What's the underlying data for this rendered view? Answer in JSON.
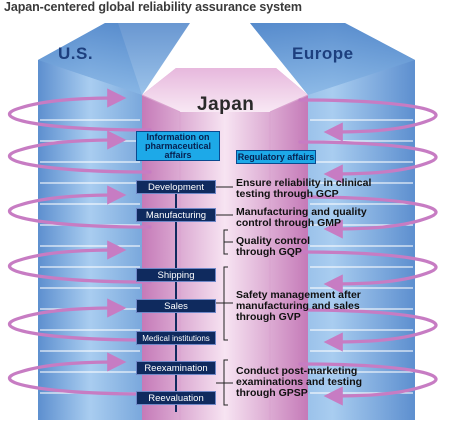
{
  "title": "Japan-centered global reliability assurance system",
  "regions": {
    "us": "U.S.",
    "europe": "Europe",
    "japan": "Japan"
  },
  "info_boxes": {
    "pharma": "Information on pharmaceutical affairs",
    "regulatory": "Regulatory affairs"
  },
  "stages": [
    "Development",
    "Manufacturing",
    "Shipping",
    "Sales",
    "Medical institutions",
    "Reexamination",
    "Reevaluation"
  ],
  "descriptions": [
    "Ensure reliability in clinical\ntesting through GCP",
    "Manufacturing and quality\ncontrol through GMP",
    "Quality control\nthrough GQP",
    "Safety management after\nmanufacturing and sales\nthrough GVP",
    "Conduct post-marketing\nexaminations and testing\nthrough GPSP"
  ],
  "colors": {
    "us_block": "#9cc3ea",
    "europe_block": "#9cc3ea",
    "japan_block": "#e8b9df",
    "arrow": "#c77cc3",
    "stage_box": "#0f2a5e",
    "info_box": "#1da9e8"
  }
}
